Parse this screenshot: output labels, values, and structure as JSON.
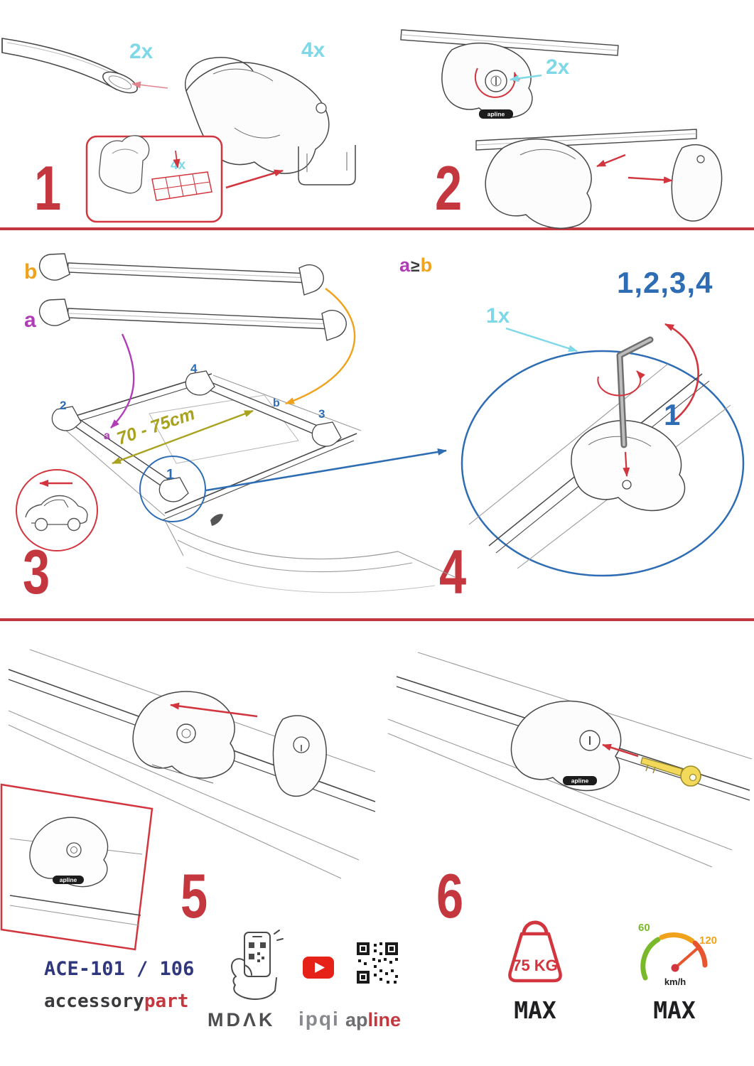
{
  "steps": [
    {
      "number": "1",
      "bar_qty": "2x",
      "foot_qty": "4x",
      "pad_qty": "4x"
    },
    {
      "number": "2",
      "lock_qty": "2x"
    },
    {
      "number": "3",
      "bar_b": "b",
      "bar_a": "a",
      "distance": "70 - 75cm",
      "pos2": "2",
      "pos4": "4",
      "pos3": "3",
      "pos1": "1",
      "roof_a": "a",
      "roof_b": "b",
      "rule_a": "a",
      "rule_op": "≥",
      "rule_b": "b"
    },
    {
      "number": "4",
      "tool_qty": "1x",
      "sequence": "1,2,3,4",
      "start": "1"
    },
    {
      "number": "5"
    },
    {
      "number": "6"
    }
  ],
  "branding": {
    "model": "ACE-101 / 106",
    "accessory": "accessory",
    "part": "part",
    "mdak": "MDΛK",
    "ipqi": "ipqi",
    "ap": "ap",
    "line": "line",
    "foot_badge": "apline"
  },
  "limits": {
    "weight": "75 KG",
    "weight_max": "MAX",
    "speed_min": "60",
    "speed_max_value": "120",
    "speed_unit": "km/h",
    "speed_max": "MAX"
  },
  "colors": {
    "step_red": "#c4373e",
    "arrow_red": "#d2353e",
    "cyan": "#7fd8e8",
    "blue": "#2e6db4",
    "purple": "#b13cb8",
    "orange": "#f0a21c",
    "olive": "#a8a21e",
    "navy": "#31377d",
    "youtube_red": "#e62117",
    "gauge_green": "#7ab929",
    "gauge_amber": "#f0a21c",
    "gauge_red": "#e8542e",
    "gray": "#58595b"
  }
}
